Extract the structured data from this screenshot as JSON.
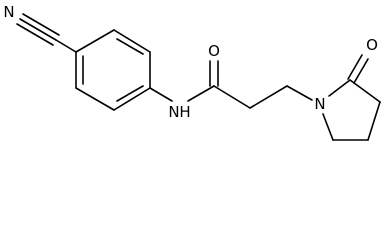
{
  "structure": {
    "atom_labels": {
      "nitrile_nitrogen": "N",
      "amide_nitrogen": "N",
      "amide_hydrogen": "H",
      "amide_oxygen": "O",
      "ring_nitrogen": "N",
      "lactam_oxygen": "O"
    },
    "colors": {
      "bond": "#000000",
      "label": "#000000",
      "background": "#ffffff"
    }
  }
}
